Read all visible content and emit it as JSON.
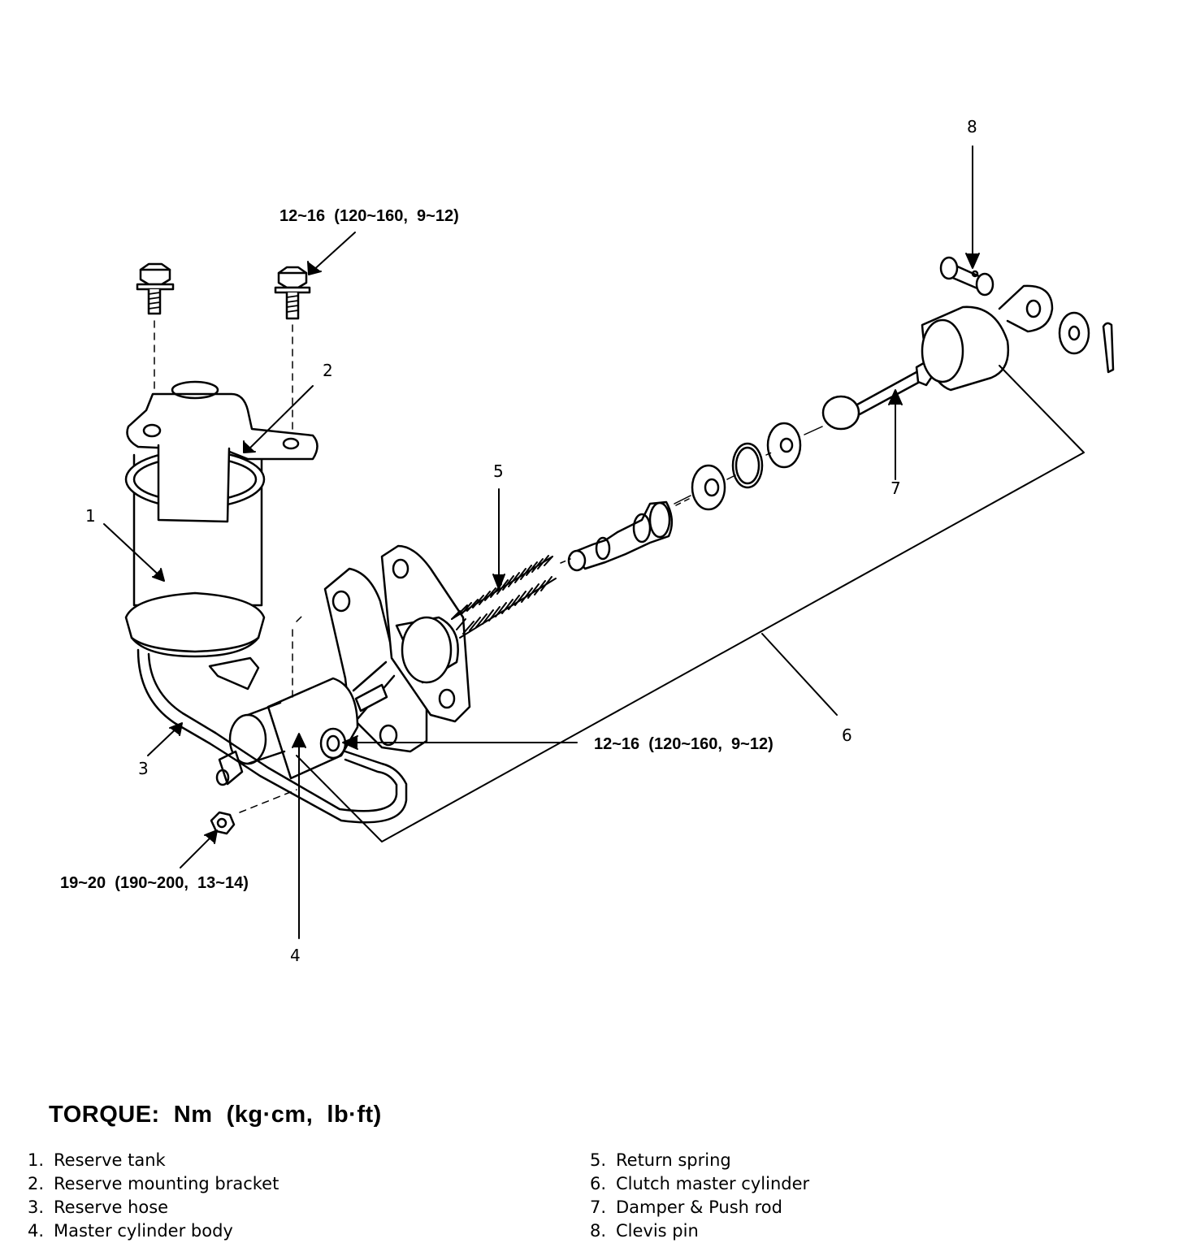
{
  "part_numbers": [
    "1",
    "2",
    "3",
    "4",
    "5",
    "6",
    "7",
    "8"
  ],
  "torque_callouts": {
    "bracket_bolt": "12~16  (120~160,  9~12)",
    "cylinder_nut": "12~16  (120~160,  9~12)",
    "hose_nut": "19~20  (190~200,  13~14)"
  },
  "torque_unit_title": "TORQUE:  Nm  (kg·cm,  lb·ft)",
  "legend": [
    {
      "num": "1.",
      "label": "Reserve tank"
    },
    {
      "num": "2.",
      "label": "Reserve mounting bracket"
    },
    {
      "num": "3.",
      "label": "Reserve hose"
    },
    {
      "num": "4.",
      "label": "Master cylinder body"
    },
    {
      "num": "5.",
      "label": "Return spring"
    },
    {
      "num": "6.",
      "label": "Clutch master cylinder"
    },
    {
      "num": "7.",
      "label": "Damper & Push rod"
    },
    {
      "num": "8.",
      "label": "Clevis pin"
    }
  ]
}
